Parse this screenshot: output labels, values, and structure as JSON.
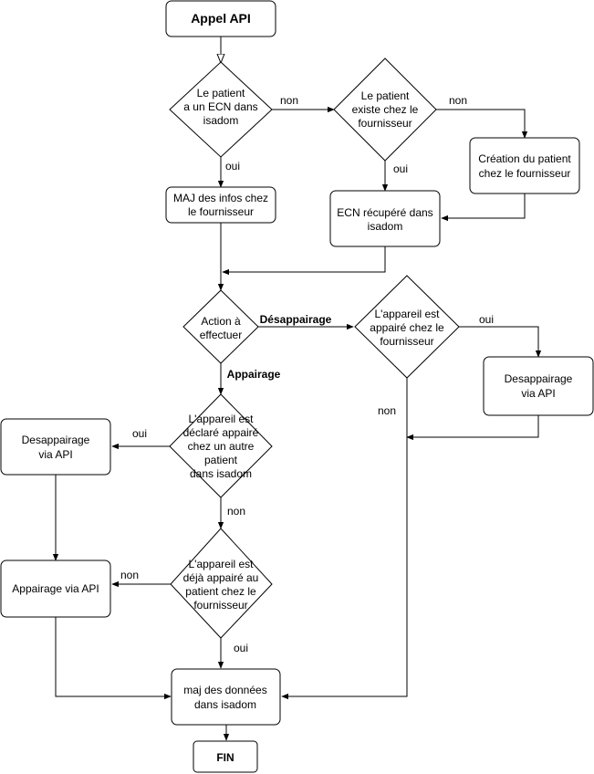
{
  "nodes": {
    "start": "Appel API",
    "d1": [
      "Le patient",
      "a un ECN dans",
      "isadom"
    ],
    "d2": [
      "Le patient",
      "existe chez le",
      "fournisseur"
    ],
    "create": [
      "Création du patient",
      "chez le fournisseur"
    ],
    "maj_infos": [
      "MAJ des infos chez",
      "le fournisseur"
    ],
    "ecn": [
      "ECN récupéré dans",
      "isadom"
    ],
    "d_action": [
      "Action à",
      "effectuer"
    ],
    "d_appaire": [
      "L'appareil est",
      "appairé chez le",
      "fournisseur"
    ],
    "desapp_right": [
      "Desappairage",
      "via API"
    ],
    "d_declare": [
      "L'appareil est",
      "déclaré appairé",
      "chez un autre",
      "patient",
      "dans isadom"
    ],
    "desapp_left": [
      "Desappairage",
      "via API"
    ],
    "d_deja": [
      "L'appareil est",
      "déjà appairé au",
      "patient chez le",
      "fournisseur"
    ],
    "appairage": "Appairage via API",
    "maj_donnees": [
      "maj des données",
      "dans isadom"
    ],
    "end": "FIN"
  },
  "edge_labels": {
    "d1_non": "non",
    "d2_non": "non",
    "d1_oui": "oui",
    "d2_oui": "oui",
    "desappairage": "Désappairage",
    "appairage": "Appairage",
    "appaire_oui": "oui",
    "appaire_non": "non",
    "declare_oui": "oui",
    "declare_non": "non",
    "deja_non": "non",
    "deja_oui": "oui"
  }
}
